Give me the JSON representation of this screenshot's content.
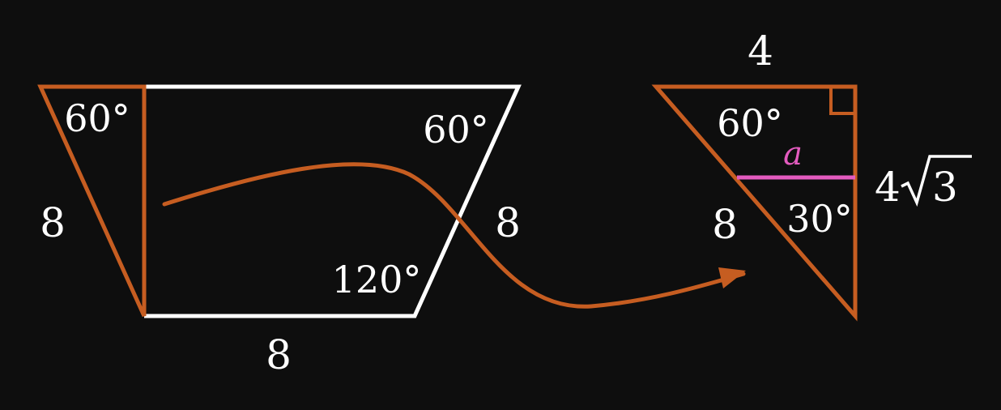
{
  "colors": {
    "background": "#0e0e0e",
    "white": "#ffffff",
    "orange": "#c65d21",
    "pink": "#e35bbf"
  },
  "trapezoid": {
    "angle_top_left": "60°",
    "angle_top_right": "60°",
    "angle_bottom_right": "120°",
    "left_side": "8",
    "right_side": "8",
    "bottom_side": "8"
  },
  "triangle": {
    "top_side": "4",
    "angle_top": "60°",
    "segment_label": "a",
    "angle_bottom": "30°",
    "hypotenuse_label": "8",
    "right_side_coefficient": "4",
    "right_side_radicand": "3"
  }
}
